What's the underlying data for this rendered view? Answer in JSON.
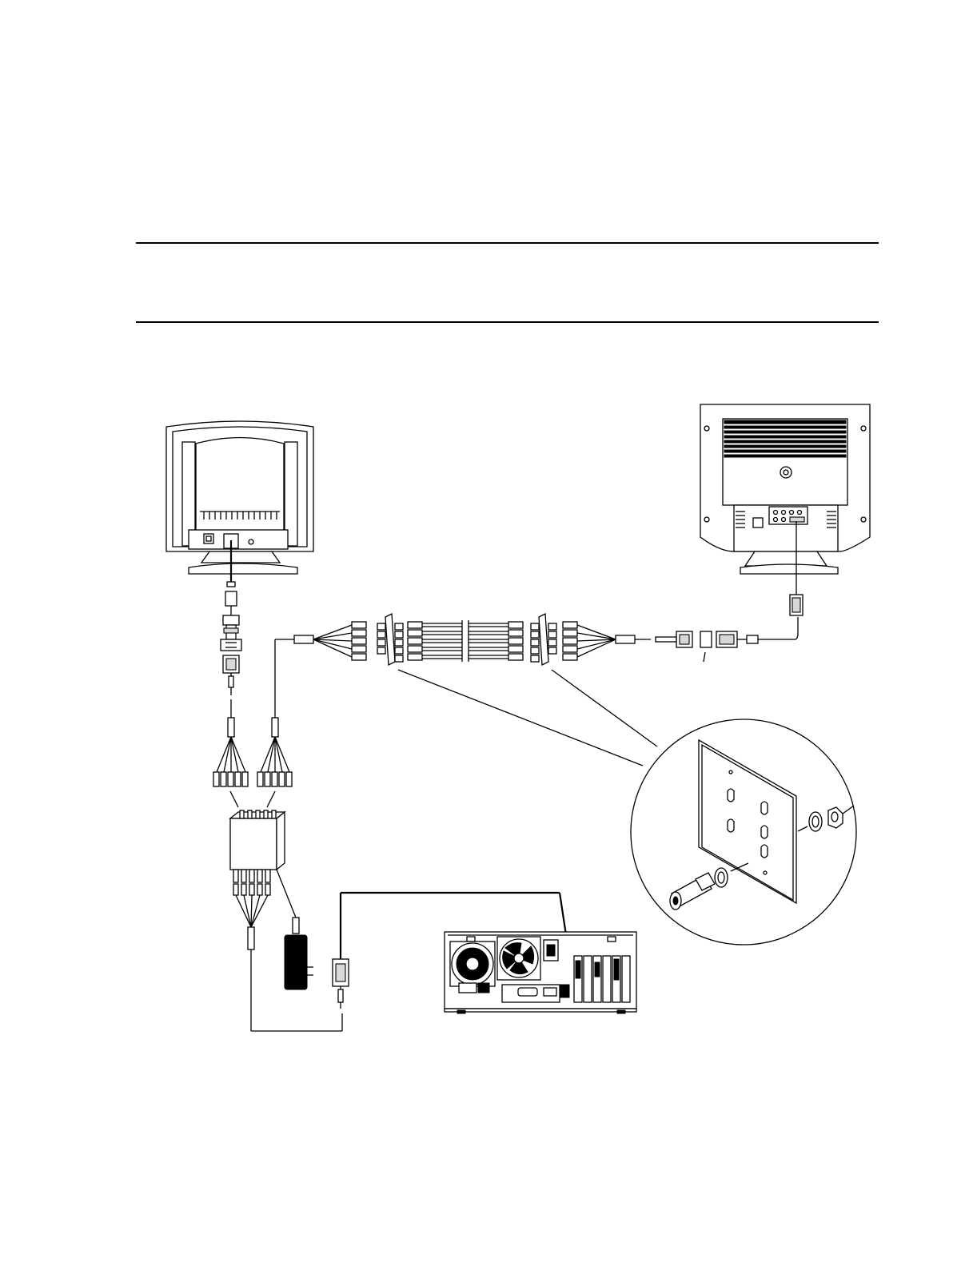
{
  "header": {
    "mark": "_"
  },
  "figure": {
    "components": [
      "monitor-left-rear",
      "monitor-right-rear",
      "vga-connector",
      "bnc-breakout-cable",
      "wall-plate-left",
      "wall-plate-right",
      "coax-cable-bundle",
      "video-distribution-amplifier",
      "power-adapter",
      "computer-rear-panel",
      "wall-plate-detail"
    ]
  }
}
